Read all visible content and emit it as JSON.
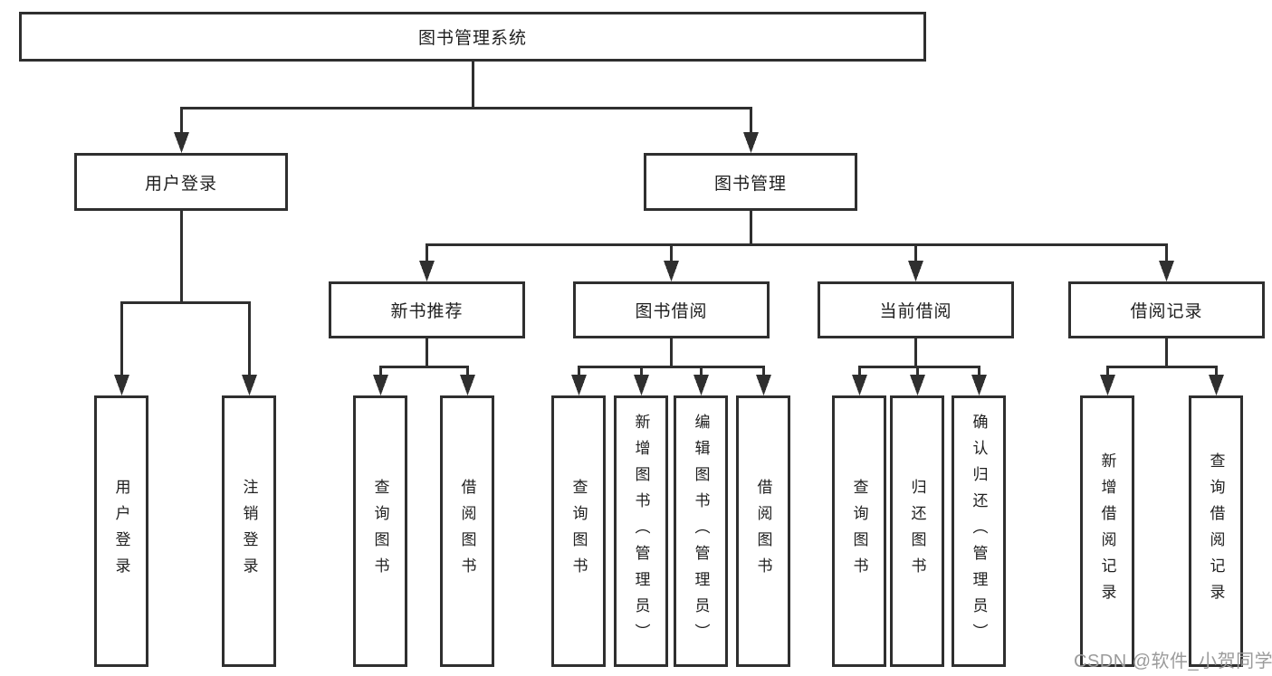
{
  "tree": {
    "label": "图书管理系统",
    "children": [
      {
        "label": "用户登录",
        "children": [
          {
            "label": "用户登录"
          },
          {
            "label": "注销登录"
          }
        ]
      },
      {
        "label": "图书管理",
        "children": [
          {
            "label": "新书推荐",
            "children": [
              {
                "label": "查询图书"
              },
              {
                "label": "借阅图书"
              }
            ]
          },
          {
            "label": "图书借阅",
            "children": [
              {
                "label": "查询图书"
              },
              {
                "label": "新增图书（管理员）"
              },
              {
                "label": "编辑图书（管理员）"
              },
              {
                "label": "借阅图书"
              }
            ]
          },
          {
            "label": "当前借阅",
            "children": [
              {
                "label": "查询图书"
              },
              {
                "label": "归还图书"
              },
              {
                "label": "确认归还（管理员）"
              }
            ]
          },
          {
            "label": "借阅记录",
            "children": [
              {
                "label": "新增借阅记录"
              },
              {
                "label": "查询借阅记录"
              }
            ]
          }
        ]
      }
    ]
  },
  "watermark": "CSDN @软件_小贺同学",
  "colors": {
    "line": "#2f2f2f",
    "text": "#1f1f1f",
    "watermark": "#9b9b9b",
    "background": "#ffffff"
  }
}
